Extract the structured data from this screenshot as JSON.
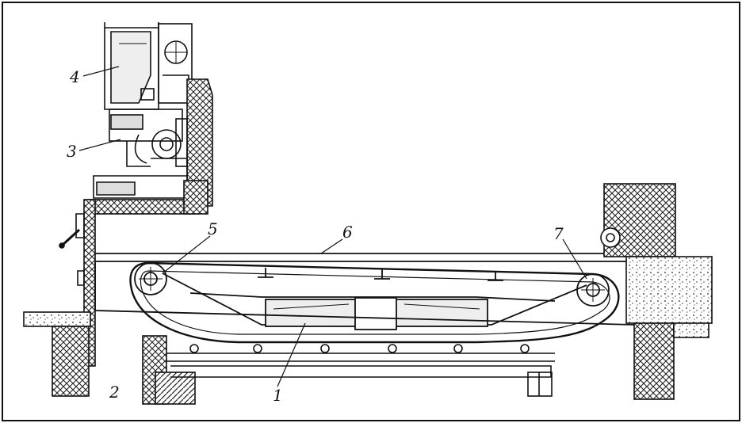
{
  "figure": {
    "labels": [
      {
        "id": "1",
        "text": "1"
      },
      {
        "id": "2",
        "text": "2"
      },
      {
        "id": "3",
        "text": "3"
      },
      {
        "id": "4",
        "text": "4"
      },
      {
        "id": "5",
        "text": "5"
      },
      {
        "id": "6",
        "text": "6"
      },
      {
        "id": "7",
        "text": "7"
      }
    ]
  },
  "colors": {
    "ink": "#111111",
    "paper": "#ffffff",
    "hatch": "#333333"
  }
}
